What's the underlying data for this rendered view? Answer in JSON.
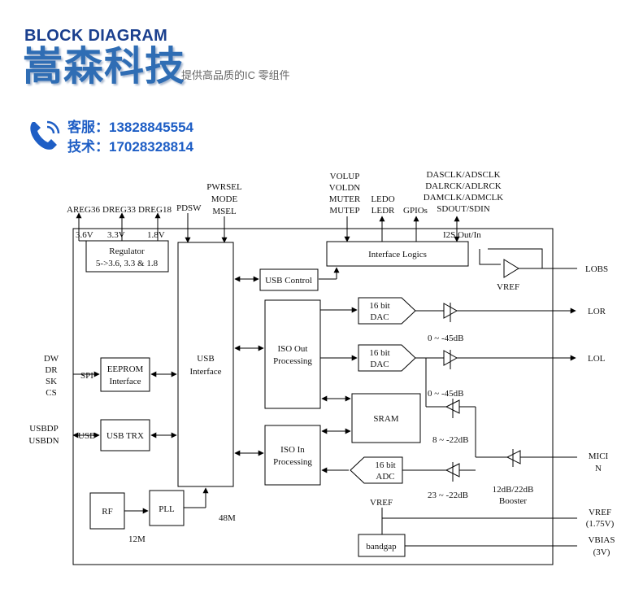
{
  "header": {
    "title": "BLOCK DIAGRAM",
    "brand": "嵩森科技",
    "tagline": "提供高品质的IC 零组件",
    "contact_service": "客服：13828845554",
    "contact_tech": "技术：17028328814"
  },
  "diagram": {
    "blocks": {
      "regulator": [
        "Regulator",
        "5->3.6, 3.3 & 1.8"
      ],
      "usb_interface": [
        "USB",
        "Interface"
      ],
      "usb_control": "USB Control",
      "interface_logics": "Interface Logics",
      "iso_out": [
        "ISO Out",
        "Processing"
      ],
      "iso_in": [
        "ISO In",
        "Processing"
      ],
      "sram": "SRAM",
      "dac1": [
        "16 bit",
        "DAC"
      ],
      "dac2": [
        "16 bit",
        "DAC"
      ],
      "adc": [
        "16 bit",
        "ADC"
      ],
      "eeprom": [
        "EEPROM",
        "Interface"
      ],
      "usb_trx": "USB TRX",
      "rf": "RF",
      "pll": "PLL",
      "bandgap": "bandgap"
    },
    "labels": {
      "areg36": "AREG36",
      "dreg33": "DREG33",
      "dreg18": "DREG18",
      "v36": "3.6V",
      "v33": "3.3V",
      "v18": "1.8V",
      "pdsw": "PDSW",
      "pwrsel": [
        "PWRSEL",
        "MODE",
        "MSEL"
      ],
      "volup": [
        "VOLUP",
        "VOLDN",
        "MUTER",
        "MUTEP"
      ],
      "ledo": [
        "LEDO",
        "LEDR"
      ],
      "gpios": "GPIOs",
      "das": [
        "DASCLK/ADSCLK",
        "DALRCK/ADLRCK",
        "DAMCLK/ADMCLK",
        "SDOUT/SDIN"
      ],
      "i2s": "I2S Out/In",
      "lobs": "LOBS",
      "vref_top": "VREF",
      "lor": "LOR",
      "lol": "LOL",
      "db1": "0 ~ -45dB",
      "db2": "0 ~ -45dB",
      "db3": "8 ~ -22dB",
      "db4": "23 ~ -22dB",
      "mic": [
        "MICI",
        "N"
      ],
      "booster": [
        "12dB/22dB",
        "Booster"
      ],
      "vref_mid": "VREF",
      "vref_out": [
        "VREF",
        "(1.75V)"
      ],
      "vbias": [
        "VBIAS",
        "(3V)"
      ],
      "dw": [
        "DW",
        "DR",
        "SK",
        "CS"
      ],
      "spi": "SPI",
      "usbdp": [
        "USBDP",
        "USBDN"
      ],
      "usb": "USB",
      "m48": "48M",
      "m12": "12M"
    }
  }
}
